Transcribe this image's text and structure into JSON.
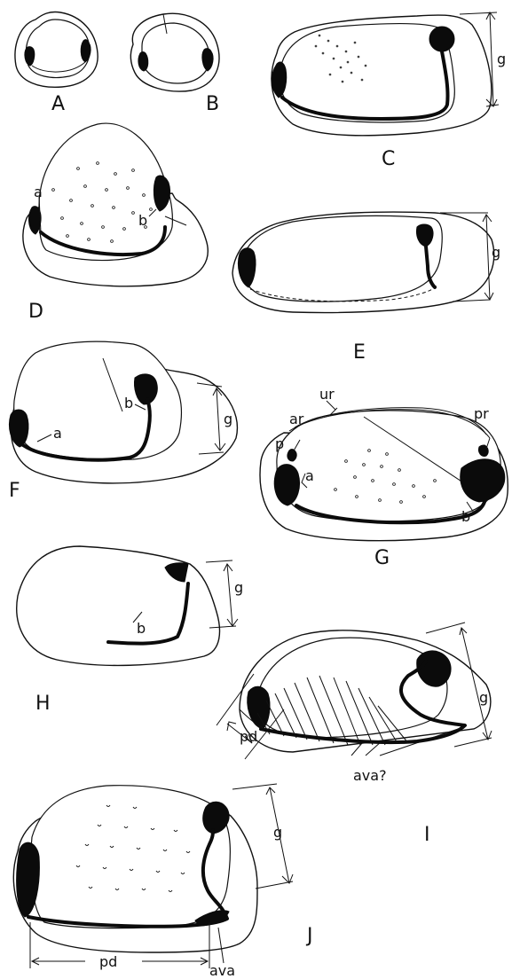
{
  "panels": {
    "A": "A",
    "B": "B",
    "C": "C",
    "D": "D",
    "E": "E",
    "F": "F",
    "G": "G",
    "H": "H",
    "I": "I",
    "J": "J"
  },
  "labels": {
    "a": "a",
    "b": "b",
    "g": "g",
    "ar": "ar",
    "ur": "ur",
    "pr": "pr",
    "p": "p",
    "pd": "pd",
    "ava_q": "ava?",
    "ava": "ava"
  }
}
